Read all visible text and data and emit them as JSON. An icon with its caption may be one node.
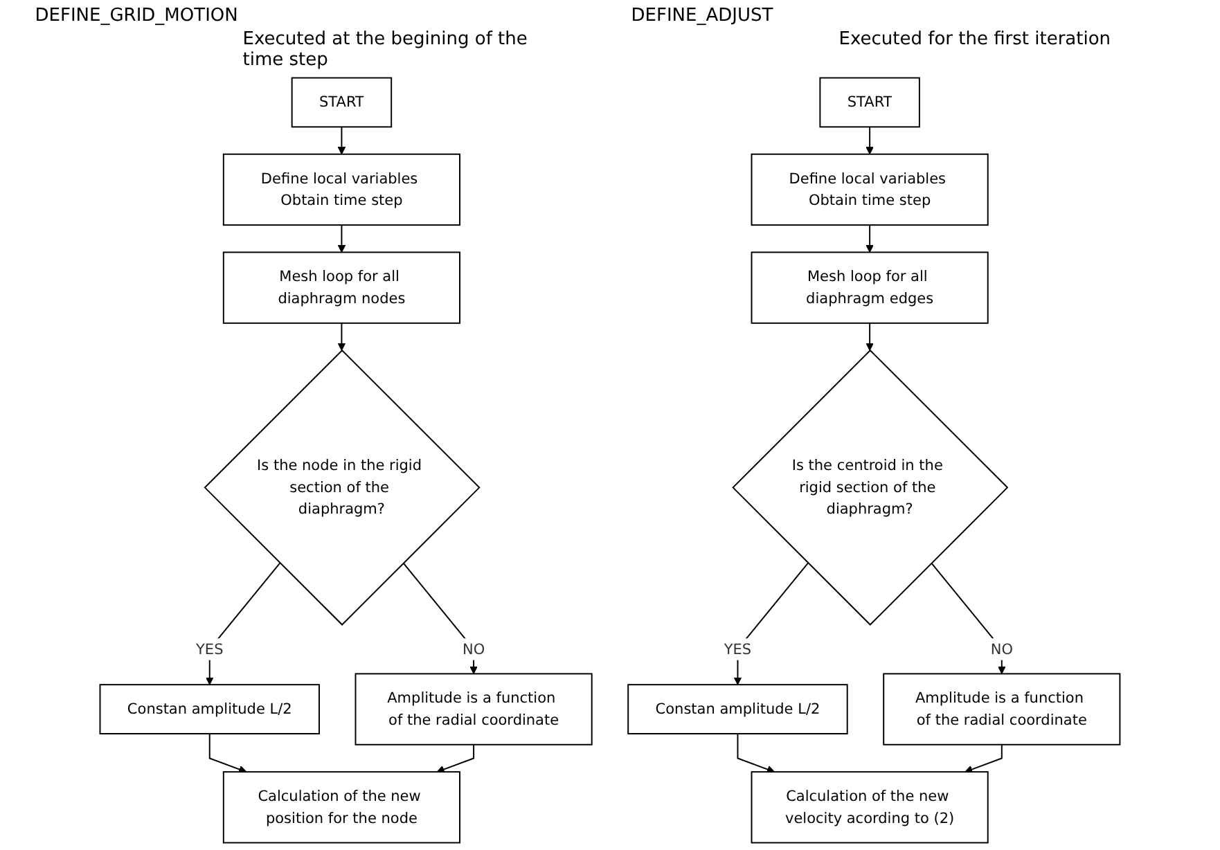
{
  "diagram": {
    "nodes": [
      {
        "text": [
          "START"
        ],
        "beside": [
          "Executed at the begining of the time step"
        ]
      },
      {
        "text": [
          "Define local variables Obtain time step"
        ]
      },
      {
        "text": [
          "Mesh loop for all diaphragm nodes"
        ]
      },
      {
        "text": [
          "Is the node in the rigid section of the diaphragm?"
        ]
      },
      {
        "text": [
          "Constan amplitude L/2"
        ]
      },
      {
        "text": [
          "Amplitude is a function of the radial coordinate"
        ]
      },
      {
        "text": [
          "Calculation of the new position for the node"
        ]
      },
      {
        "text": [
          "START"
        ],
        "beside": [
          "Executed for the first iteration"
        ]
      },
      {
        "text": [
          "Define local variables Obtain time step"
        ]
      },
      {
        "text": [
          "Mesh loop for all diaphragm edges"
        ]
      },
      {
        "text": [
          "Is the centroid in the rigid section of the diaphragm?"
        ]
      },
      {
        "text": [
          "Constan amplitude L/2"
        ]
      },
      {
        "text": [
          "Amplitude is a function of the radial coordinate"
        ]
      },
      {
        "text": [
          "Calculation of the new velocity acording to (2)"
        ]
      }
    ],
    "edges": [
      {
        "from": 0,
        "to": 1,
        "arrow": "to"
      },
      {
        "from": 1,
        "to": 2,
        "arrow": "to"
      },
      {
        "from": 2,
        "to": 3,
        "arrow": "to"
      },
      {
        "from": 3,
        "to": 4,
        "arrow": "to",
        "label": "YES"
      },
      {
        "from": 3,
        "to": 5,
        "arrow": "to",
        "label": "NO"
      },
      {
        "from": 4,
        "to": 6,
        "arrow": "to"
      },
      {
        "from": 5,
        "to": 6,
        "arrow": "to"
      },
      {
        "from": 7,
        "to": 8,
        "arrow": "to"
      },
      {
        "from": 8,
        "to": 9,
        "arrow": "to"
      },
      {
        "from": 9,
        "to": 10,
        "arrow": "to"
      },
      {
        "from": 10,
        "to": 11,
        "arrow": "to",
        "label": "YES"
      },
      {
        "from": 10,
        "to": 12,
        "arrow": "to",
        "label": "NO"
      },
      {
        "from": 11,
        "to": 13,
        "arrow": "to"
      },
      {
        "from": 12,
        "to": 13,
        "arrow": "to"
      }
    ],
    "labels": [
      "DEFINE_GRID_MOTION",
      "DEFINE_ADJUST"
    ]
  }
}
